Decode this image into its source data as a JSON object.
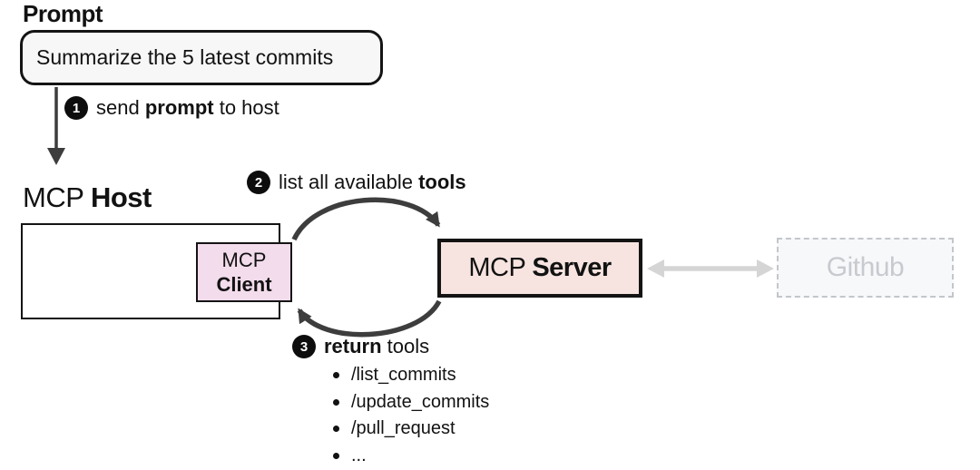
{
  "prompt": {
    "title": "Prompt",
    "message": "Summarize the 5 latest commits"
  },
  "steps": [
    {
      "number": "1",
      "pre": "send ",
      "bold": "prompt",
      "post": " to host"
    },
    {
      "number": "2",
      "pre": "list all available ",
      "bold": "tools",
      "post": ""
    },
    {
      "number": "3",
      "pre": "",
      "bold": "return",
      "post": " tools"
    }
  ],
  "host": {
    "regular": "MCP ",
    "bold": "Host"
  },
  "client": {
    "line1": "MCP",
    "line2": "Client"
  },
  "server": {
    "regular": "MCP ",
    "bold": "Server"
  },
  "github": {
    "label": "Github"
  },
  "tools": [
    "/list_commits",
    "/update_commits",
    "/pull_request",
    "..."
  ],
  "colors": {
    "client_fill": "#f3dcec",
    "server_fill": "#f7e4e0",
    "prompt_fill": "#f7f7f7",
    "arrow_dark": "#3d3d3d",
    "arrow_gray": "#d5d5d5",
    "github_text": "#c7cace",
    "github_border": "#c3c6ca",
    "border_dark": "#141414"
  }
}
